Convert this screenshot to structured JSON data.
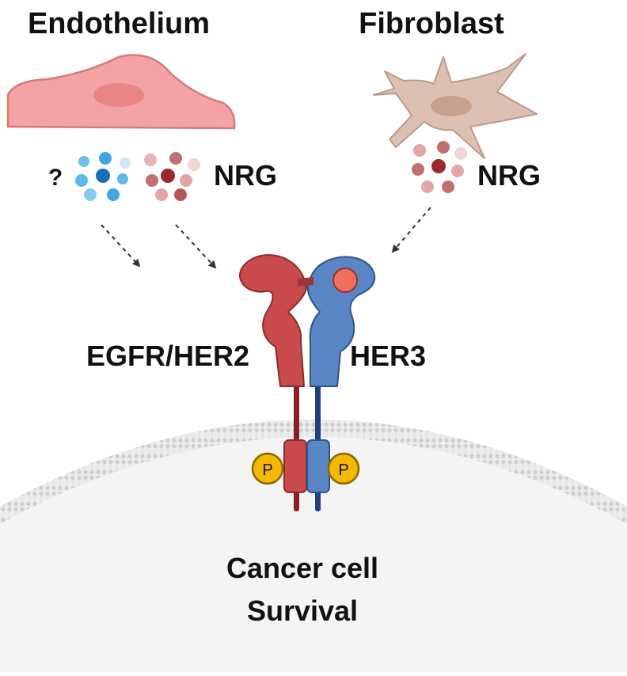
{
  "labels": {
    "endothelium": "Endothelium",
    "fibroblast": "Fibroblast",
    "unknown_factor": "?",
    "nrg_left": "NRG",
    "nrg_right": "NRG",
    "receptor_left": "EGFR/HER2",
    "receptor_right": "HER3",
    "phospho_left": "P",
    "phospho_right": "P",
    "cancer_cell": "Cancer cell",
    "survival": "Survival"
  },
  "colors": {
    "endothelium_fill": "#f3a3a3",
    "endothelium_nucleus": "#e88585",
    "fibroblast_fill": "#dcc1b2",
    "fibroblast_nucleus": "#c9a08e",
    "her2_red": "#c94b4b",
    "her3_blue": "#5b86c6",
    "ligand_orange": "#f07060",
    "phospho_yellow": "#f5b800",
    "membrane": "#d9d9d9",
    "cell_interior": "#f4f4f4"
  },
  "icons": {
    "endothelial_cell": "endothelial-cell-icon",
    "fibroblast_cell": "fibroblast-cell-icon",
    "blue_factors": "secreted-factor-cluster-icon",
    "nrg_cluster": "nrg-ligand-cluster-icon",
    "receptor_dimer": "receptor-dimer-icon",
    "phosphate": "phosphate-icon"
  }
}
